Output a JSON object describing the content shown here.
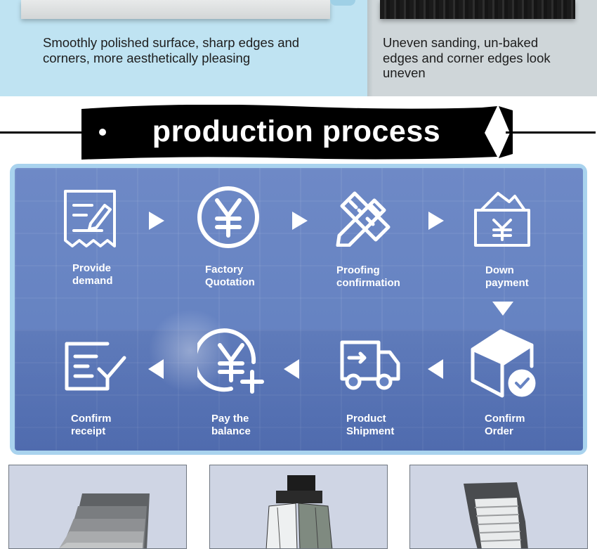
{
  "comparison": {
    "left_caption": "Smoothly polished surface, sharp edges and corners, more aesthetically pleasing",
    "right_caption": "Uneven sanding, un-baked edges and corner edges look uneven"
  },
  "section_title": "production process",
  "process_steps": [
    {
      "icon": "document-edit-icon",
      "label_line1": "Provide",
      "label_line2": "demand"
    },
    {
      "icon": "yen-coin-icon",
      "label_line1": "Factory",
      "label_line2": "Quotation"
    },
    {
      "icon": "pencil-ruler-icon",
      "label_line1": "Proofing",
      "label_line2": "confirmation"
    },
    {
      "icon": "yen-envelope-icon",
      "label_line1": "Down",
      "label_line2": "payment"
    },
    {
      "icon": "box-check-icon",
      "label_line1": "Confirm",
      "label_line2": "Order"
    },
    {
      "icon": "delivery-truck-icon",
      "label_line1": "Product",
      "label_line2": "Shipment"
    },
    {
      "icon": "yen-coin-plus-icon",
      "label_line1": "Pay the",
      "label_line2": "balance"
    },
    {
      "icon": "receipt-check-icon",
      "label_line1": "Confirm",
      "label_line2": "receipt"
    }
  ],
  "colors": {
    "panel_blue": "#6683c2",
    "panel_border": "#a9d3ee",
    "left_strip": "#bfe3f2",
    "right_strip": "#cfd6d9",
    "banner_black": "#000000",
    "icon_white": "#ffffff"
  },
  "product_cards": [
    {
      "icon": "tile-stack-display-icon"
    },
    {
      "icon": "tile-rack-display-icon"
    },
    {
      "icon": "tile-tower-display-icon"
    }
  ]
}
